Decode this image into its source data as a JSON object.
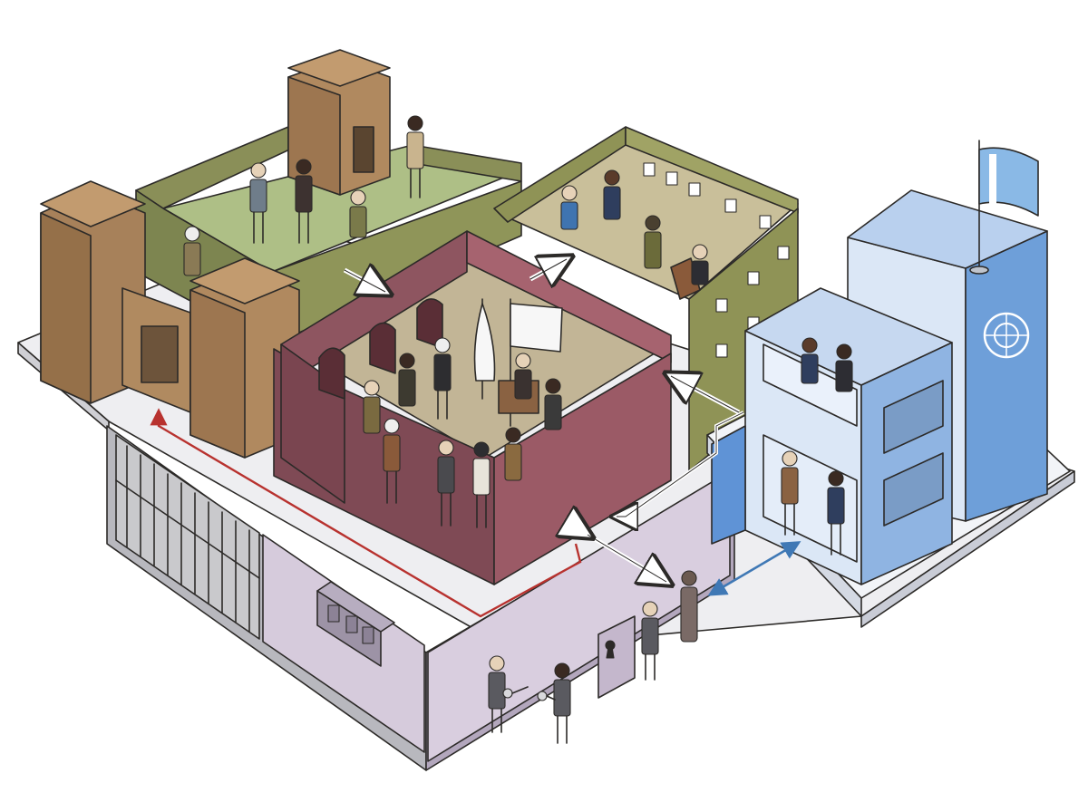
{
  "colors": {
    "ground_slab": "#e9e9ec",
    "fortress_wall": "#b0895f",
    "fortress_yard": "#aebf86",
    "fortress_outer": "#8a8f58",
    "negotiation_wall": "#8e5560",
    "negotiation_floor": "#c2b596",
    "office_wall": "#8f9356",
    "office_floor": "#c9bf9a",
    "un_building": "#6e9fd9",
    "un_building_light": "#dbe7f6",
    "basement": "#d9cedf",
    "prison": "#c9c9cc",
    "flow_red": "#b8322f",
    "flow_blue": "#3f78b5",
    "flag_blue": "#8ab9e6",
    "white_flag": "#f7f7f7"
  },
  "scene": {
    "zones": [
      {
        "name": "fortress",
        "icon": "fortress-icon"
      },
      {
        "name": "negotiation-room",
        "icon": "white-flag-icon"
      },
      {
        "name": "office-room",
        "icon": "lectern-icon"
      },
      {
        "name": "un-headquarters",
        "icon": "un-emblem-icon"
      },
      {
        "name": "prison-cells",
        "icon": "prison-bars-icon"
      },
      {
        "name": "basement-vault",
        "icon": "key-icon"
      }
    ]
  }
}
